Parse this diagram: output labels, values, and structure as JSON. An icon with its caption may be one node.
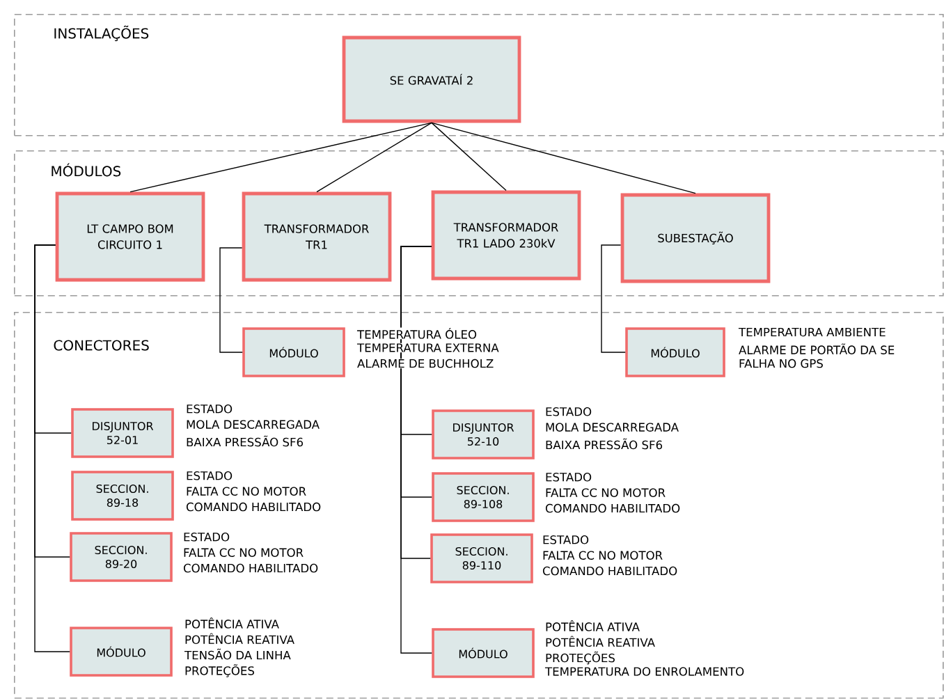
{
  "diagram": {
    "nodes": [
      {
        "text": [
          "INSTALAÇÕES"
        ]
      },
      {
        "text": [
          "SE GRAVATAÍ 2"
        ],
        "in": 0
      },
      {
        "text": [
          "MÓDULOS"
        ]
      },
      {
        "text": [
          "LT CAMPO BOM CIRCUITO 1"
        ],
        "in": 2
      },
      {
        "text": [
          "TRANSFORMADOR TR1"
        ],
        "in": 2
      },
      {
        "text": [
          "TRANSFORMADOR TR1 LADO 230kV"
        ],
        "in": 2
      },
      {
        "text": [
          "SUBESTAÇÃO"
        ],
        "in": 2
      },
      {
        "text": [
          "CONECTORES"
        ]
      },
      {
        "text": [
          "MÓDULO"
        ],
        "in": 7,
        "beside": [
          "TEMPERATURA ÓLEO",
          "TEMPERATURA EXTERNA",
          "ALARME DE BUCHHOLZ"
        ]
      },
      {
        "text": [
          "MÓDULO"
        ],
        "in": 7,
        "beside": [
          "TEMPERATURA AMBIENTE",
          "ALARME DE PORTÃO DA SE",
          "FALHA NO GPS"
        ]
      },
      {
        "text": [
          "DISJUNTOR 52-01"
        ],
        "in": 7,
        "beside": [
          "ESTADO",
          "MOLA DESCARREGADA",
          "BAIXA PRESSÃO SF6"
        ]
      },
      {
        "text": [
          "SECCION. 89-18"
        ],
        "in": 7,
        "beside": [
          "ESTADO",
          "FALTA CC NO MOTOR",
          "COMANDO HABILITADO"
        ]
      },
      {
        "text": [
          "SECCION. 89-20"
        ],
        "in": 7,
        "beside": [
          "ESTADO",
          "FALTA CC NO MOTOR",
          "COMANDO HABILITADO"
        ]
      },
      {
        "text": [
          "MÓDULO"
        ],
        "in": 7,
        "beside": [
          "POTÊNCIA ATIVA",
          "POTÊNCIA REATIVA",
          "TENSÃO DA LINHA",
          "PROTEÇÕES"
        ]
      },
      {
        "text": [
          "DISJUNTOR 52-10"
        ],
        "in": 7,
        "beside": [
          "ESTADO",
          "MOLA DESCARREGADA",
          "BAIXA PRESSÃO SF6"
        ]
      },
      {
        "text": [
          "SECCION. 89-108"
        ],
        "in": 7,
        "beside": [
          "ESTADO",
          "FALTA CC NO MOTOR",
          "COMANDO HABILITADO"
        ]
      },
      {
        "text": [
          "SECCION. 89-110"
        ],
        "in": 7,
        "beside": [
          "ESTADO",
          "FALTA CC NO MOTOR",
          "COMANDO HABILITADO"
        ]
      },
      {
        "text": [
          "MÓDULO"
        ],
        "in": 7,
        "beside": [
          "POTÊNCIA ATIVA",
          "POTÊNCIA REATIVA",
          "PROTEÇÕES",
          "TEMPERATURA DO ENROLAMENTO"
        ]
      }
    ],
    "edges": [
      {
        "from": 1,
        "to": 3,
        "arrow": "none"
      },
      {
        "from": 1,
        "to": 4,
        "arrow": "none"
      },
      {
        "from": 1,
        "to": 5,
        "arrow": "none"
      },
      {
        "from": 1,
        "to": 6,
        "arrow": "none"
      },
      {
        "from": 3,
        "to": 10,
        "arrow": "none"
      },
      {
        "from": 3,
        "to": 12,
        "arrow": "none"
      },
      {
        "from": 3,
        "to": 13,
        "arrow": "none"
      },
      {
        "from": 4,
        "to": 8,
        "arrow": "none"
      },
      {
        "from": 5,
        "to": 14,
        "arrow": "none"
      },
      {
        "from": 5,
        "to": 15,
        "arrow": "none"
      },
      {
        "from": 5,
        "to": 16,
        "arrow": "none"
      },
      {
        "from": 5,
        "to": 17,
        "arrow": "none"
      },
      {
        "from": 6,
        "to": 9,
        "arrow": "none"
      }
    ]
  }
}
